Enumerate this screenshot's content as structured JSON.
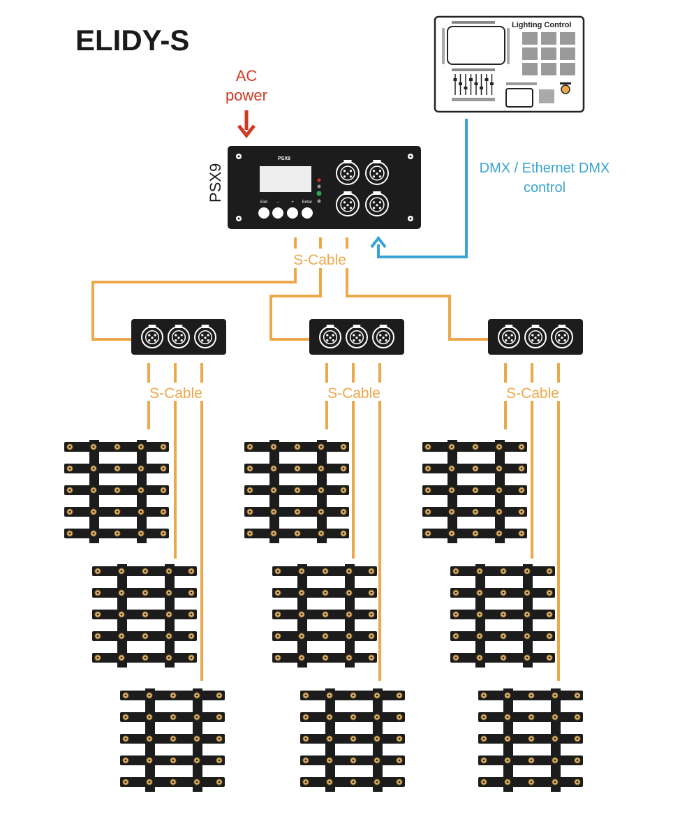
{
  "title": "ELIDY-S",
  "ac_power": {
    "line1": "AC",
    "line2": "power"
  },
  "controller": {
    "label": "Lighting Control"
  },
  "control_link": {
    "line1": "DMX / Ethernet DMX",
    "line2": "control"
  },
  "psx9": {
    "label": "PSX9",
    "screen_brand": "PSX9",
    "buttons": [
      "Exit",
      "–",
      "+",
      "Enter"
    ]
  },
  "cables": {
    "main_label": "S-Cable",
    "branch_labels": [
      "S-Cable",
      "S-Cable",
      "S-Cable"
    ]
  },
  "colors": {
    "cable": "#eda84b",
    "dmx": "#3aa3d4",
    "ac": "#d03a22",
    "device": "#1c1c1c"
  },
  "layout": {
    "splitter_count": 3,
    "panels_per_splitter": 3,
    "icons": [
      "down-arrow-icon",
      "up-arrow-icon",
      "xlr-connector-icon"
    ]
  }
}
